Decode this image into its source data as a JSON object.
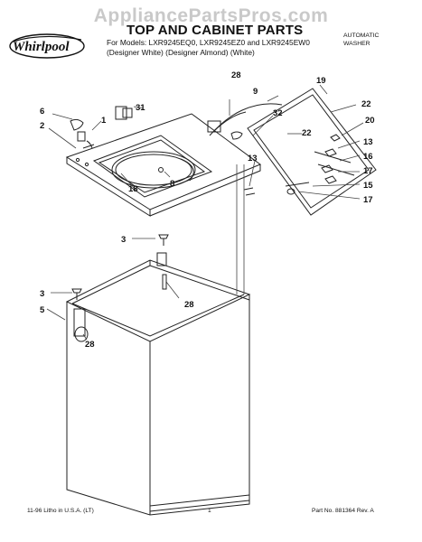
{
  "watermark": "AppliancePartsPros.com",
  "brand": "Whirlpool",
  "title": "TOP AND CABINET PARTS",
  "models_line1": "For Models: LXR9245EQ0, LXR9245EZ0 and LXR9245EW0",
  "models_line2": "(Designer White)  (Designer Almond)  (White)",
  "product_type_line1": "AUTOMATIC",
  "product_type_line2": "WASHER",
  "footer": {
    "left": "11-96 Litho in U.S.A. (LT)",
    "page": "1",
    "right": "Part No. 881364 Rev. A"
  },
  "callouts": [
    "28",
    "9",
    "19",
    "31",
    "6",
    "1",
    "2",
    "32",
    "22",
    "20",
    "22",
    "13",
    "16",
    "18",
    "8",
    "13",
    "17",
    "15",
    "17",
    "3",
    "28",
    "3",
    "5",
    "28"
  ]
}
